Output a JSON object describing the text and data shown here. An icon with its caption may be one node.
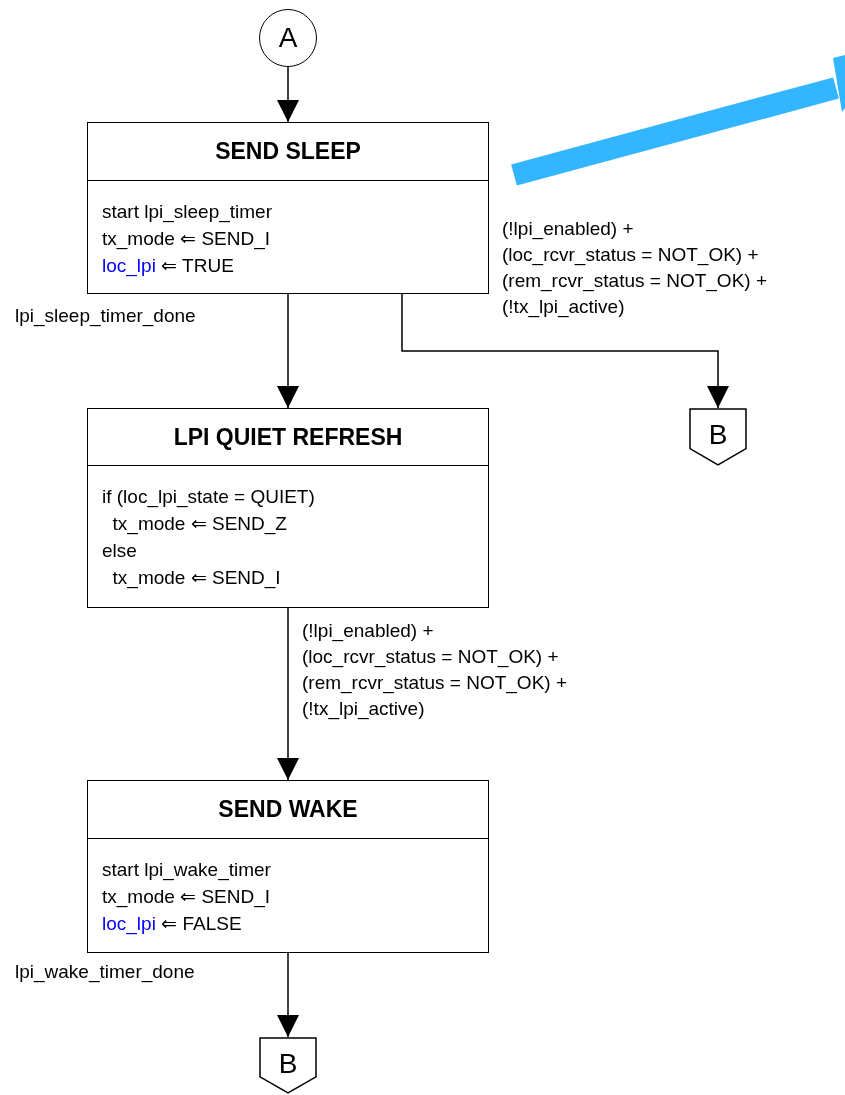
{
  "diagram": {
    "nodes": [
      {
        "text": [
          "A"
        ]
      },
      {
        "text": [
          "SEND SLEEP",
          "start lpi_sleep_timer",
          "tx_mode ⇐ SEND_I",
          "*loc_lpi* ⇐ TRUE"
        ]
      },
      {
        "text": [
          "B"
        ]
      },
      {
        "text": [
          "LPI QUIET REFRESH",
          "if (loc_lpi_state = QUIET)",
          "  tx_mode ⇐ SEND_Z",
          "else",
          "  tx_mode ⇐ SEND_I"
        ]
      },
      {
        "text": [
          "SEND WAKE",
          "start lpi_wake_timer",
          "tx_mode ⇐ SEND_I",
          "*loc_lpi* ⇐ FALSE"
        ]
      },
      {
        "text": [
          "B"
        ]
      }
    ],
    "edges": [
      {
        "from": 0,
        "to": 1,
        "arrow": "to"
      },
      {
        "from": 1,
        "to": 3,
        "arrow": "to",
        "label": "lpi_sleep_timer_done"
      },
      {
        "from": 1,
        "to": 2,
        "arrow": "to",
        "label": "(!lpi_enabled) + (loc_rcvr_status = NOT_OK) + (rem_rcvr_status = NOT_OK) + (!tx_lpi_active)"
      },
      {
        "from": 3,
        "to": 4,
        "arrow": "to",
        "label": "(!lpi_enabled) + (loc_rcvr_status = NOT_OK) + (rem_rcvr_status = NOT_OK) + (!tx_lpi_active)"
      },
      {
        "from": 4,
        "to": 5,
        "arrow": "to",
        "label": "lpi_wake_timer_done"
      }
    ]
  }
}
